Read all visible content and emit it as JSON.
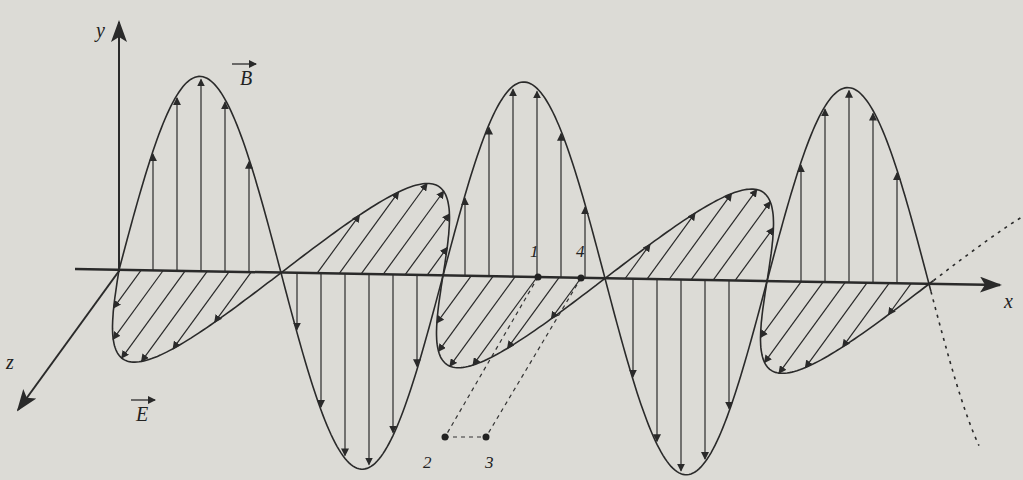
{
  "diagram": {
    "labels": [
      "y",
      "B",
      "x",
      "z",
      "E",
      "1",
      "4",
      "2",
      "3"
    ]
  }
}
